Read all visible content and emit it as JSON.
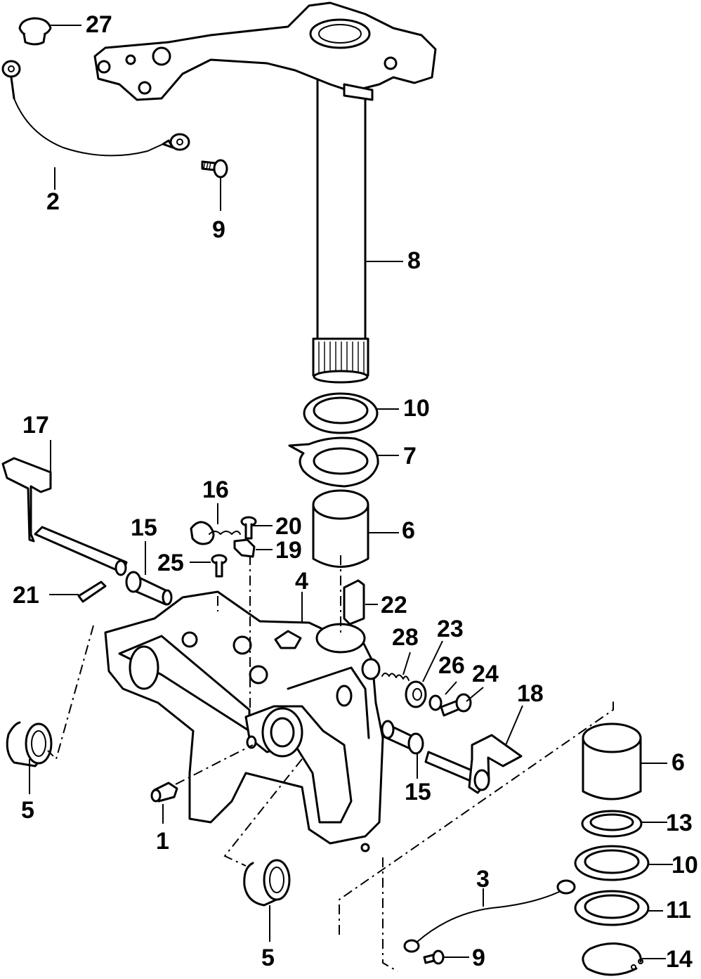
{
  "callouts": {
    "c27": "27",
    "c2": "2",
    "c9a": "9",
    "c8": "8",
    "c10a": "10",
    "c7": "7",
    "c17": "17",
    "c16": "16",
    "c15a": "15",
    "c20": "20",
    "c25": "25",
    "c19": "19",
    "c6a": "6",
    "c4": "4",
    "c21": "21",
    "c22": "22",
    "c28": "28",
    "c23": "23",
    "c26": "26",
    "c24": "24",
    "c18": "18",
    "c5a": "5",
    "c15b": "15",
    "c6b": "6",
    "c1": "1",
    "c13": "13",
    "c10b": "10",
    "c3": "3",
    "c11": "11",
    "c5b": "5",
    "c9b": "9",
    "c14": "14"
  }
}
